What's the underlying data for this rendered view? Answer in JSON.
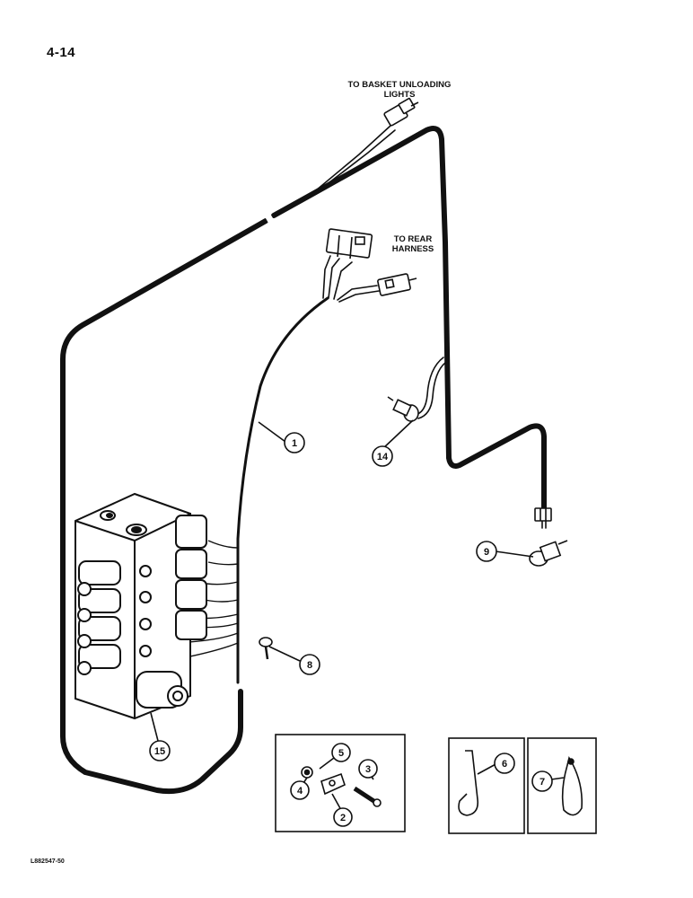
{
  "page": {
    "number": "4-14",
    "figure_code": "L882547-50"
  },
  "labels": {
    "basket_lights": "TO BASKET UNLOADING LIGHTS",
    "rear_harness": "TO REAR HARNESS"
  },
  "callouts": [
    "1",
    "2",
    "3",
    "4",
    "5",
    "6",
    "7",
    "8",
    "9",
    "14",
    "15"
  ],
  "colors": {
    "line": "#111111",
    "paper": "#ffffff"
  }
}
